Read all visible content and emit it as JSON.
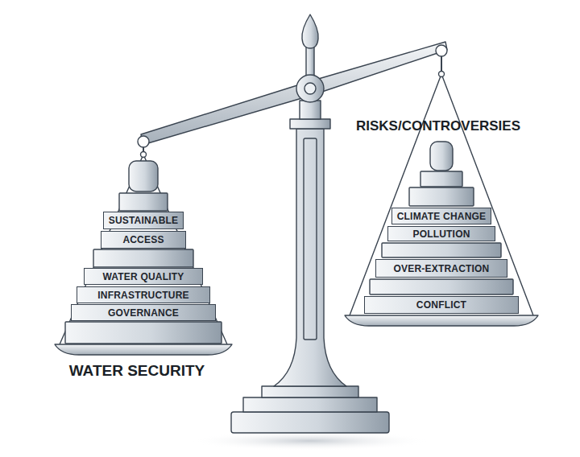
{
  "diagram": {
    "nodes": [
      {
        "text": [
          "WATER SECURITY"
        ]
      },
      {
        "text": [
          "SUSTAINABLE"
        ],
        "in": 0
      },
      {
        "text": [
          "ACCESS"
        ],
        "in": 0
      },
      {
        "text": [
          "WATER QUALITY"
        ],
        "in": 0
      },
      {
        "text": [
          "INFRASTRUCTURE"
        ],
        "in": 0
      },
      {
        "text": [
          "GOVERNANCE"
        ],
        "in": 0
      },
      {
        "text": [
          "RISKS/CONTROVERSIES"
        ]
      },
      {
        "text": [
          "CLIMATE CHANGE"
        ],
        "in": 6
      },
      {
        "text": [
          "POLLUTION"
        ],
        "in": 6
      },
      {
        "text": [
          "OVER-EXTRACTION"
        ],
        "in": 6
      },
      {
        "text": [
          "CONFLICT"
        ],
        "in": 6
      }
    ]
  }
}
